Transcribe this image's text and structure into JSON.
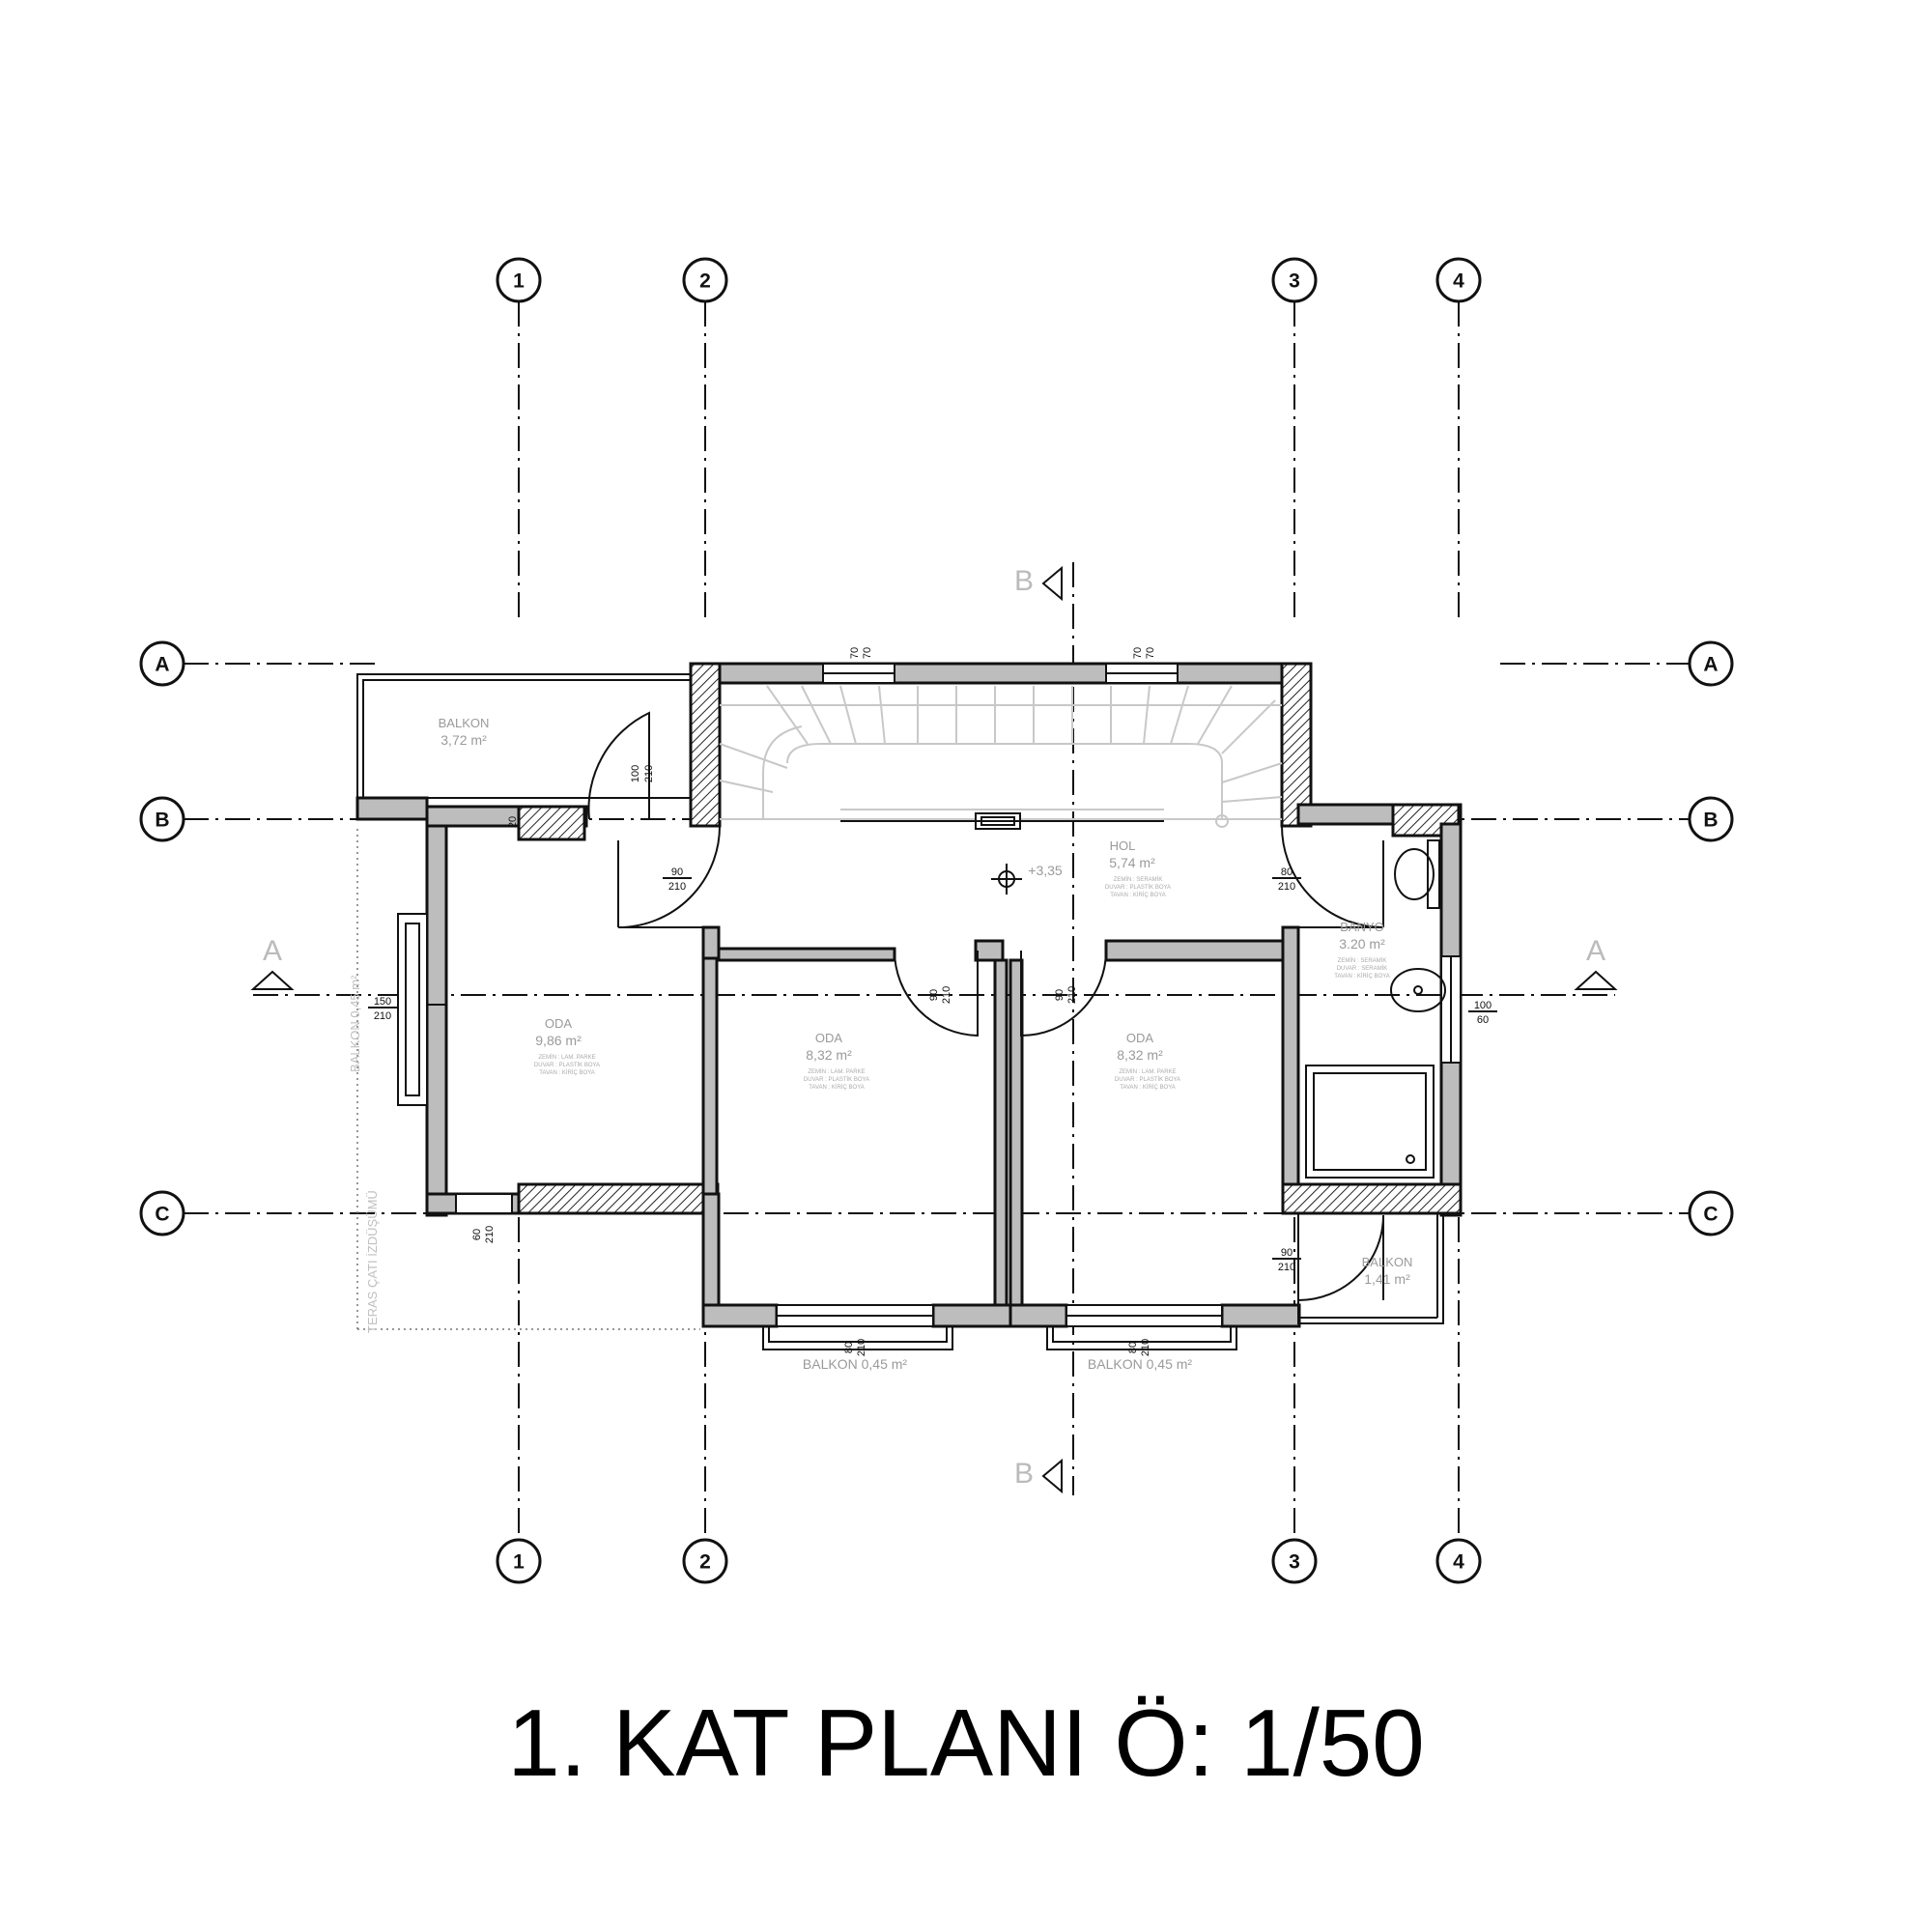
{
  "title": "1. KAT PLANI Ö: 1/50",
  "axes": {
    "columns": [
      "1",
      "2",
      "3",
      "4"
    ],
    "rows": [
      "A",
      "B",
      "C"
    ]
  },
  "section_labels": {
    "vertical": "B",
    "horizontal": "A"
  },
  "rooms": [
    {
      "name": "BALKON",
      "area": "3,72 m²"
    },
    {
      "name": "HOL",
      "area": "5,74 m²",
      "level": "+3,35"
    },
    {
      "name": "BANYO",
      "area": "3.20 m²"
    },
    {
      "name": "ODA",
      "area": "9,86 m²"
    },
    {
      "name": "ODA",
      "area": "8,32 m²"
    },
    {
      "name": "ODA",
      "area": "8,32 m²"
    },
    {
      "name": "BALKON",
      "area": "1,41 m²"
    },
    {
      "balcony_label": "BALKON 0,45 m²"
    },
    {
      "balcony_label": "BALKON 0,45 m²"
    }
  ],
  "room_notes": {
    "a": "ZEMİN : LAM. PARKE",
    "b": "DUVAR : PLASTİK BOYA",
    "c": "TAVAN : KİRİÇ BOYA",
    "d": "ZEMİN : SERAMİK",
    "e": "DUVAR : SERAMİK"
  },
  "dimensions": {
    "win70": {
      "top": "70",
      "bottom": "70"
    },
    "d100_210": {
      "top": "100",
      "bottom": "210"
    },
    "d90_210": {
      "top": "90",
      "bottom": "210"
    },
    "d80_210": {
      "top": "80",
      "bottom": "210"
    },
    "d20": "20",
    "w150_210": {
      "top": "150",
      "bottom": "210"
    },
    "w100_60": {
      "top": "100",
      "bottom": "60"
    },
    "w60_210": {
      "top": "60",
      "bottom": "210"
    },
    "w80_210": {
      "top": "80",
      "bottom": "210"
    },
    "w90_210": {
      "top": "90",
      "bottom": "210"
    }
  },
  "side_texts": {
    "teras": "TERAS ÇATI İZDÜŞÜMÜ",
    "balkon_left": "BALKON 0,45 m²"
  }
}
